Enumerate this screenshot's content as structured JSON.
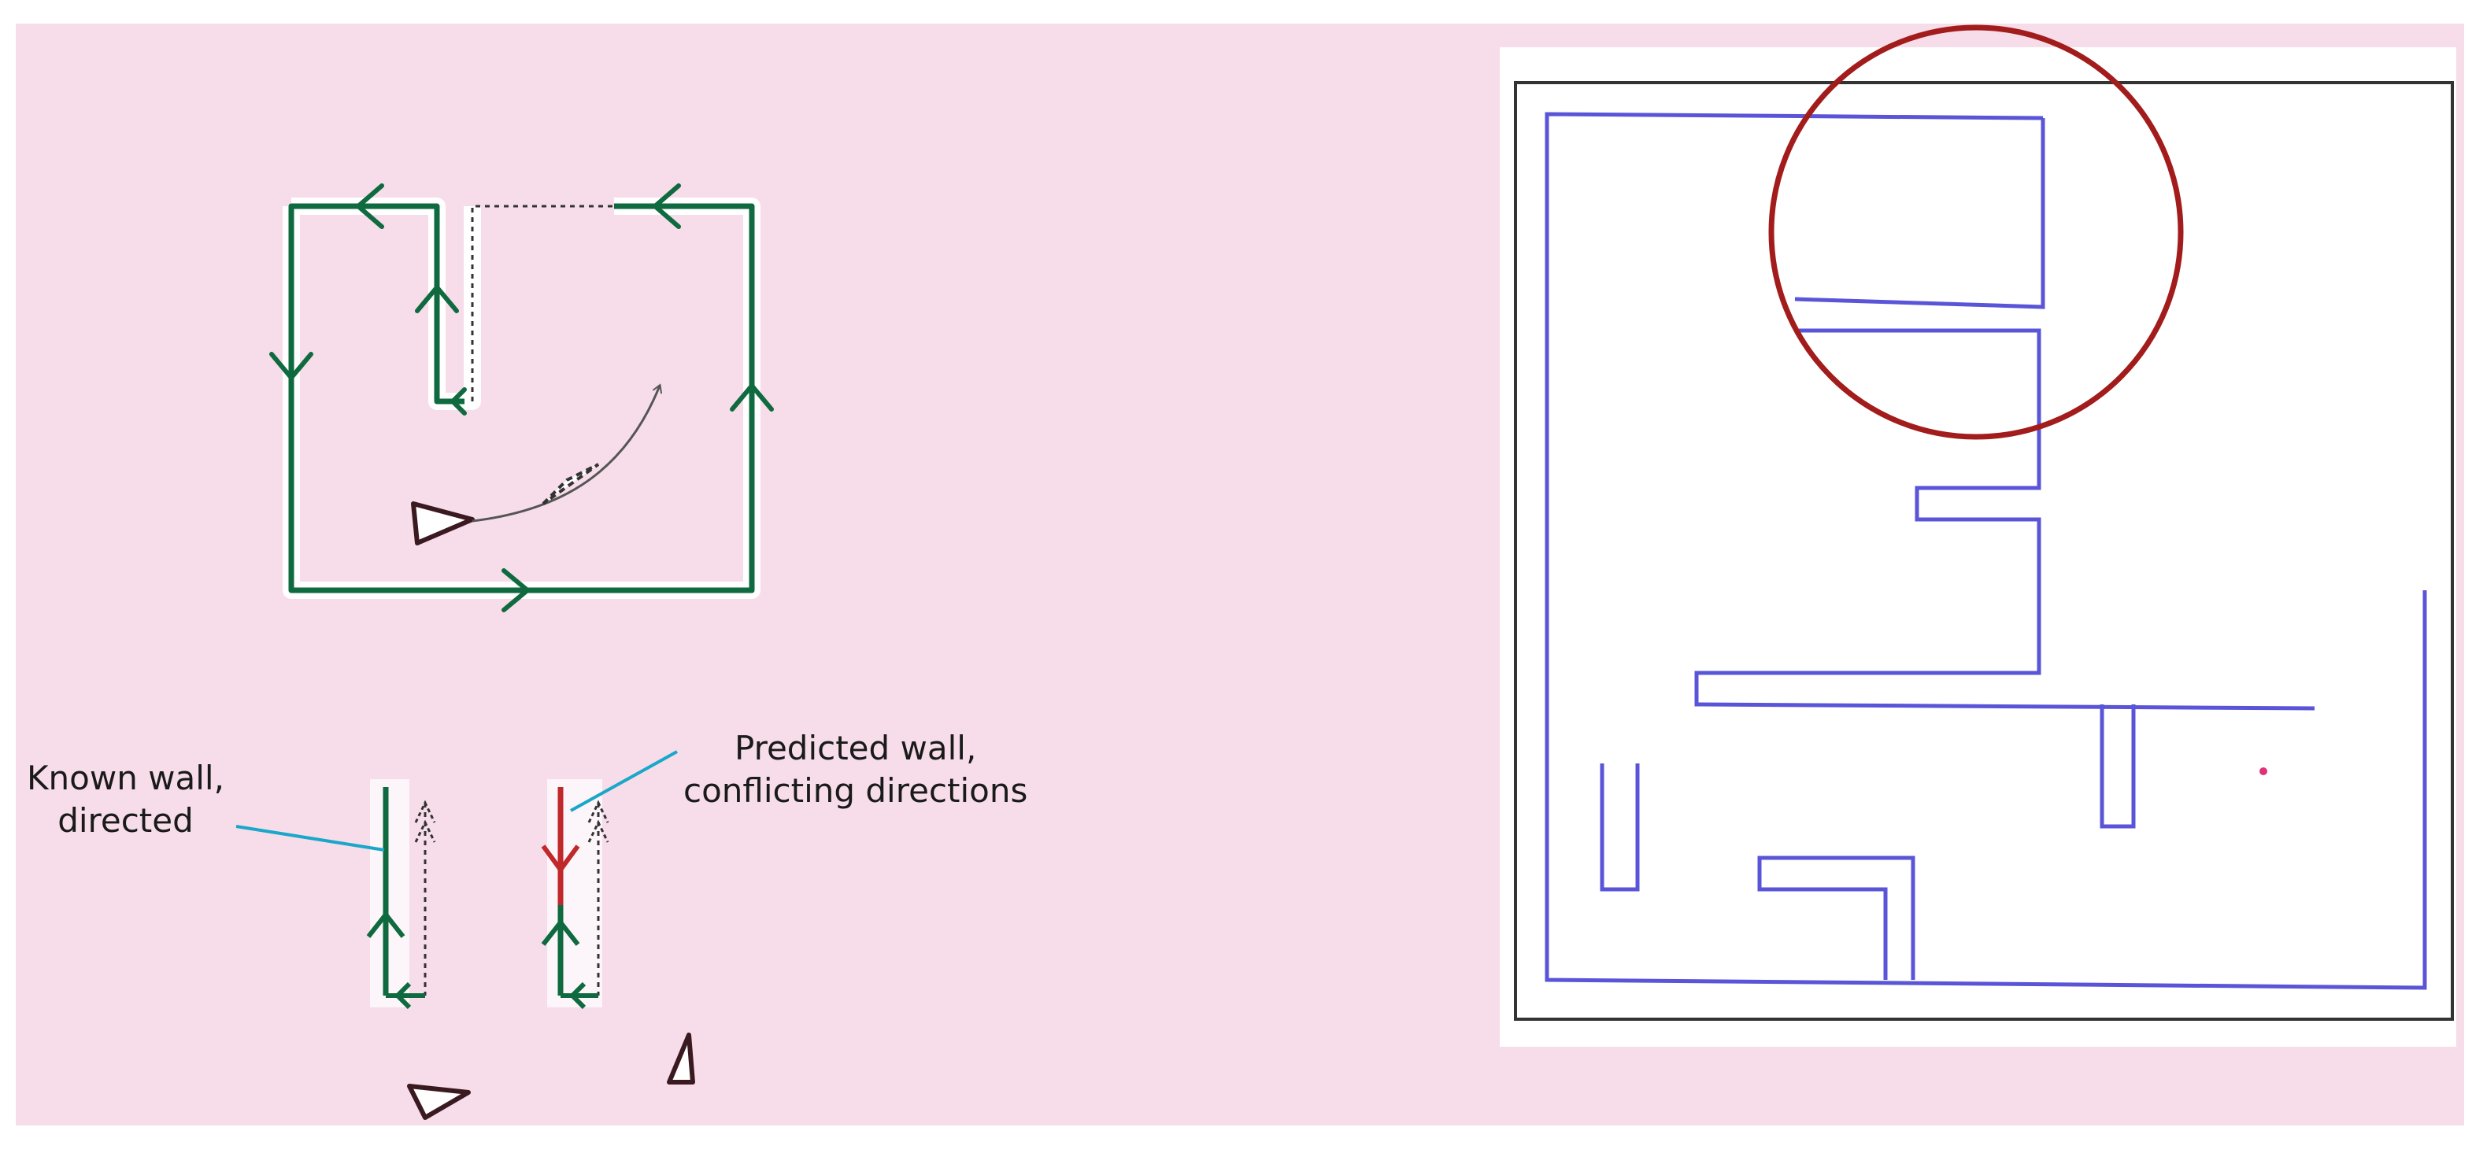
{
  "labels": {
    "known_wall": {
      "line1": "Known wall,",
      "line2": "directed"
    },
    "predicted_wall": {
      "line1": "Predicted wall,",
      "line2": "conflicting directions"
    }
  },
  "colors": {
    "background_pink": "#f6dde9",
    "known_wall_green": "#0f6a3f",
    "conflict_red": "#c0282a",
    "leader_line_cyan": "#1aa7c9",
    "robot_outline": "#3a1a20",
    "map_wall_blue": "#5a55d8",
    "map_border": "#333333",
    "highlight_circle": "#a31c1c",
    "robot_dot": "#e0307a"
  }
}
